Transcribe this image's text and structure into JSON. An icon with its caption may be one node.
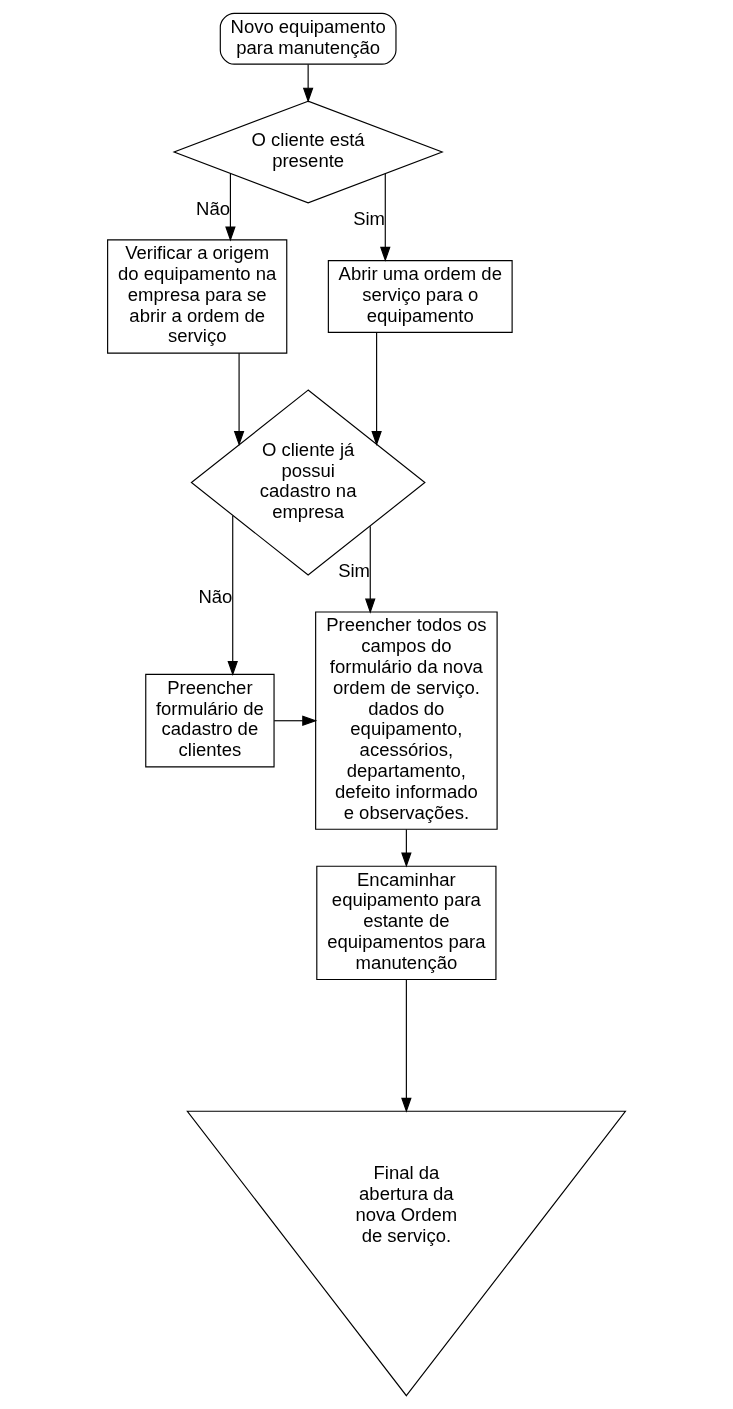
{
  "diagram": {
    "nodes": [
      {
        "text": [
          "Novo equipamento para manutenção"
        ]
      },
      {
        "text": [
          "O cliente está presente"
        ]
      },
      {
        "text": [
          "Verificar a origem do equipamento na empresa para se abrir a ordem de serviço"
        ]
      },
      {
        "text": [
          "Abrir uma ordem de serviço para o equipamento"
        ]
      },
      {
        "text": [
          "O cliente já possui cadastro na empresa"
        ]
      },
      {
        "text": [
          "Preencher formulário de cadastro de clientes"
        ]
      },
      {
        "text": [
          "Preencher todos os campos do formulário da nova ordem de serviço. dados do equipamento, acessórios, departamento, defeito informado e observações."
        ]
      },
      {
        "text": [
          "Encaminhar equipamento para estante de equipamentos para manutenção"
        ]
      },
      {
        "text": [
          "Final da abertura da nova Ordem de serviço."
        ]
      }
    ],
    "edges": [
      {
        "from": 0,
        "to": 1,
        "arrow": "to"
      },
      {
        "from": 1,
        "to": 2,
        "arrow": "to",
        "label": "Não"
      },
      {
        "from": 1,
        "to": 3,
        "arrow": "to",
        "label": "Sim"
      },
      {
        "from": 2,
        "to": 4,
        "arrow": "to"
      },
      {
        "from": 3,
        "to": 4,
        "arrow": "to"
      },
      {
        "from": 4,
        "to": 6,
        "arrow": "to",
        "label": "Sim"
      },
      {
        "from": 4,
        "to": 5,
        "arrow": "to",
        "label": "Não"
      },
      {
        "from": 5,
        "to": 6,
        "arrow": "to"
      },
      {
        "from": 6,
        "to": 7,
        "arrow": "to"
      },
      {
        "from": 7,
        "to": 8,
        "arrow": "to"
      }
    ]
  }
}
